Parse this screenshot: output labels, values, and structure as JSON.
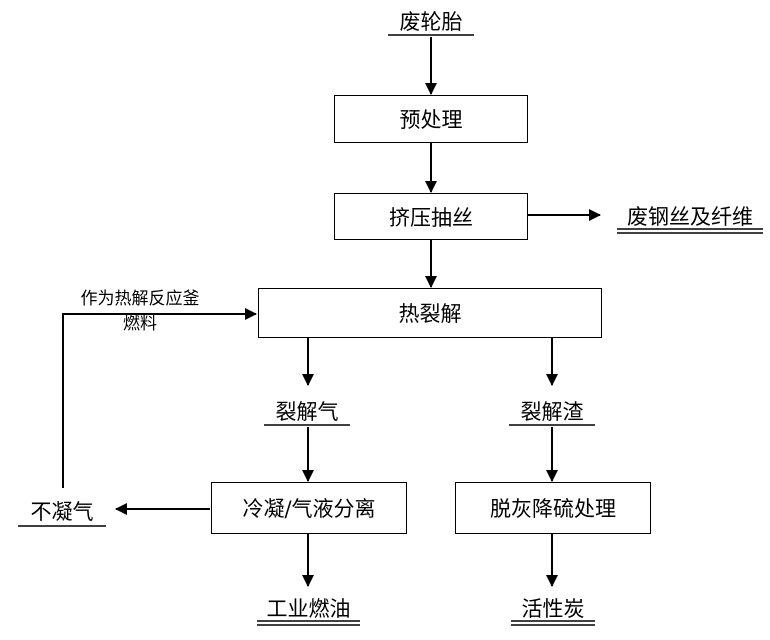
{
  "nodes": {
    "waste_tire": "废轮胎",
    "pretreatment": "预处理",
    "extrusion": "挤压抽丝",
    "steel_fiber": "废钢丝及纤维",
    "pyrolysis": "热裂解",
    "pyrolysis_gas": "裂解气",
    "pyrolysis_residue": "裂解渣",
    "condensation": "冷凝/气液分离",
    "desulfurization": "脱灰降硫处理",
    "non_condensable_gas": "不凝气",
    "industrial_fuel_oil": "工业燃油",
    "activated_carbon": "活性炭"
  },
  "annotations": {
    "recycle_line1": "作为热解反应釜",
    "recycle_line2": "燃料"
  }
}
